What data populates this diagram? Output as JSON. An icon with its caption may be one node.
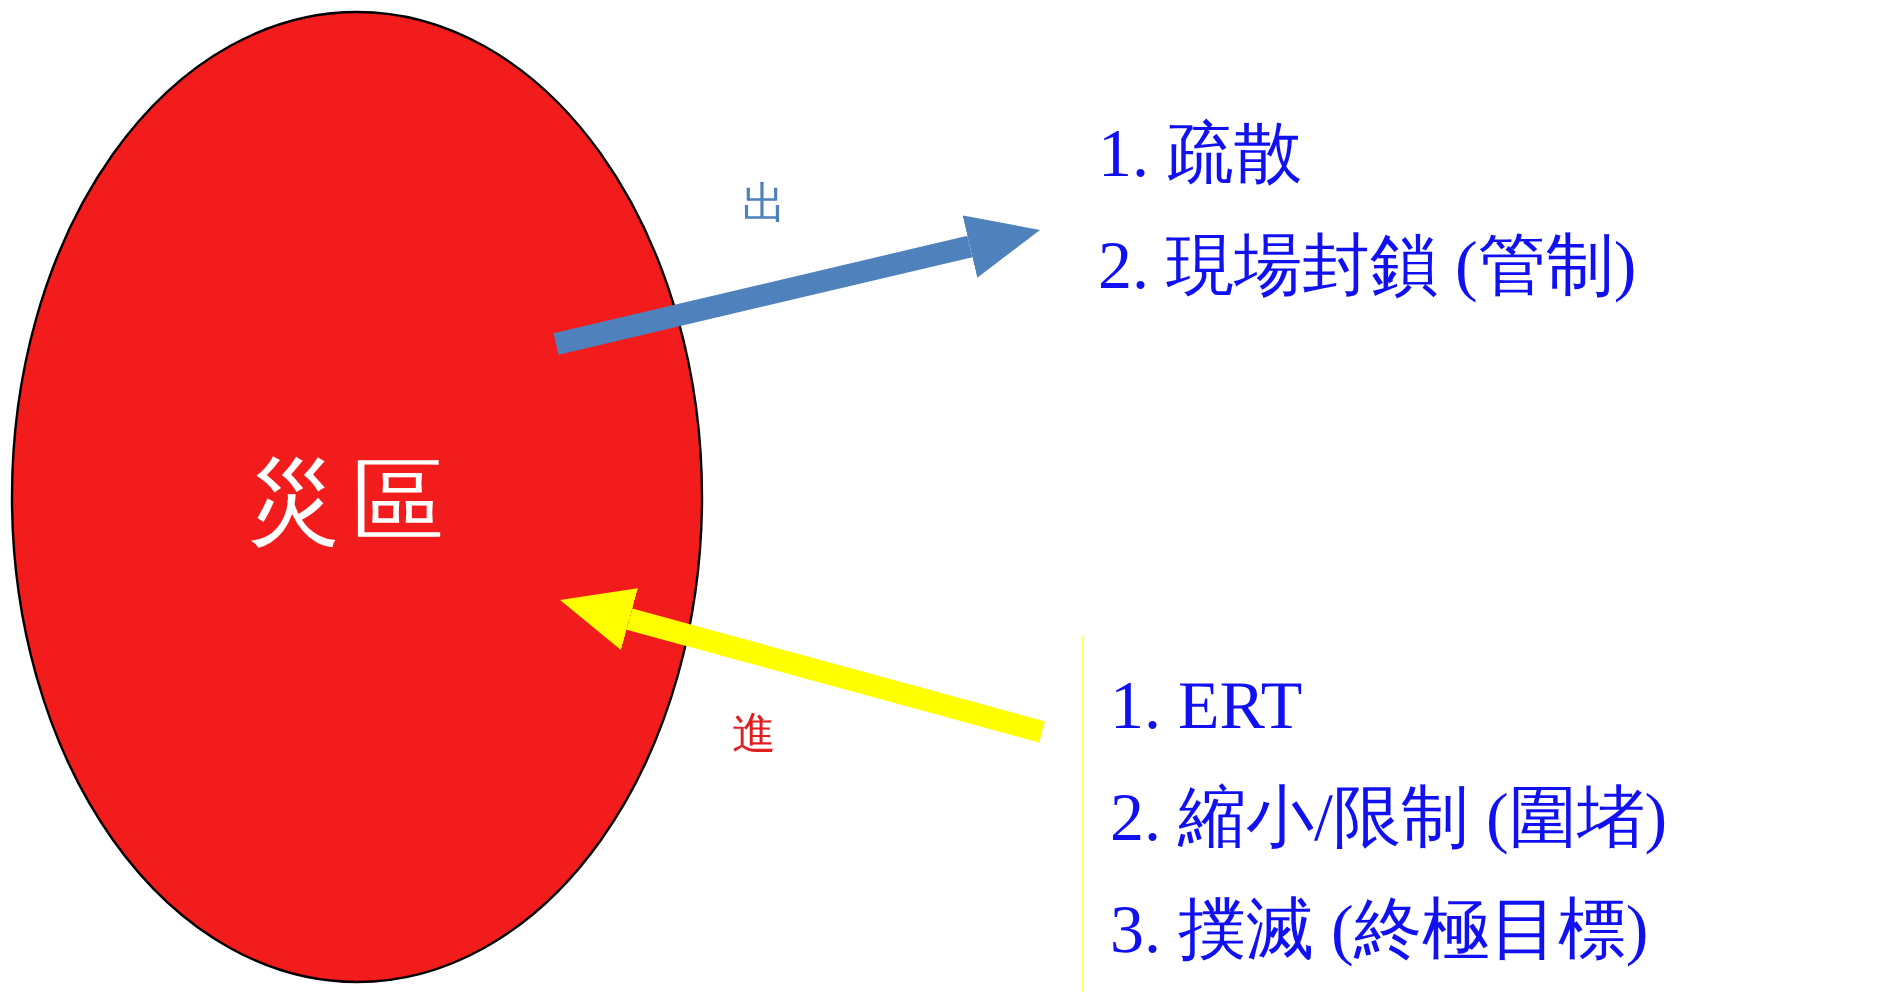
{
  "diagram": {
    "nodes": [
      {
        "text": [
          "災區"
        ]
      },
      {
        "text": [
          "1. 疏散",
          "2. 現場封鎖 (管制)"
        ]
      },
      {
        "text": [
          "1. ERT",
          "2. 縮小/限制 (圍堵)",
          "3. 撲滅 (終極目標)"
        ]
      }
    ],
    "edges": [
      {
        "from": 0,
        "to": 1,
        "arrow": "to",
        "label": "出",
        "color": "#4f81bd"
      },
      {
        "from": 2,
        "to": 0,
        "arrow": "to",
        "label": "進",
        "color": "#ffff00"
      }
    ]
  }
}
